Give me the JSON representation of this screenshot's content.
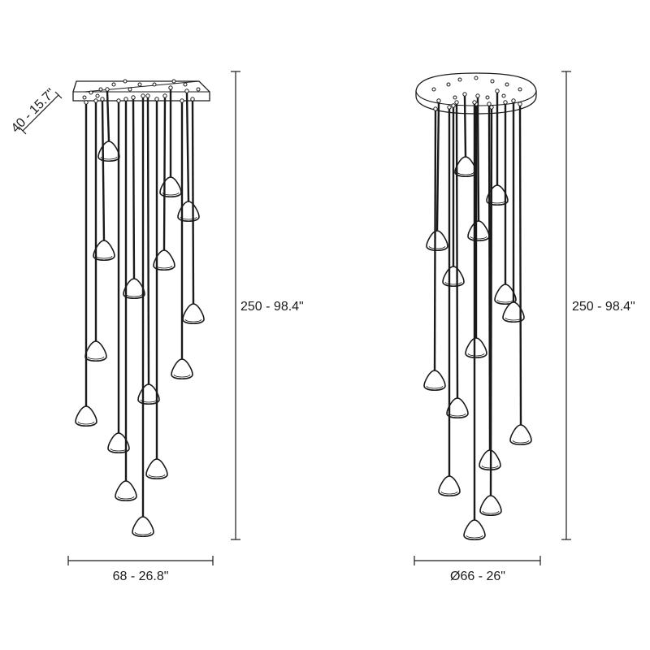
{
  "rectangular_fixture": {
    "depth_label": "40 - 15.7\"",
    "width_label": "68 - 26.8\"",
    "height_label": "250 - 98.4\""
  },
  "round_fixture": {
    "diameter_label": "Ø66 - 26\"",
    "height_label": "250 - 98.4\""
  },
  "colors": {
    "ink": "#1a1a1a",
    "background": "#ffffff"
  }
}
